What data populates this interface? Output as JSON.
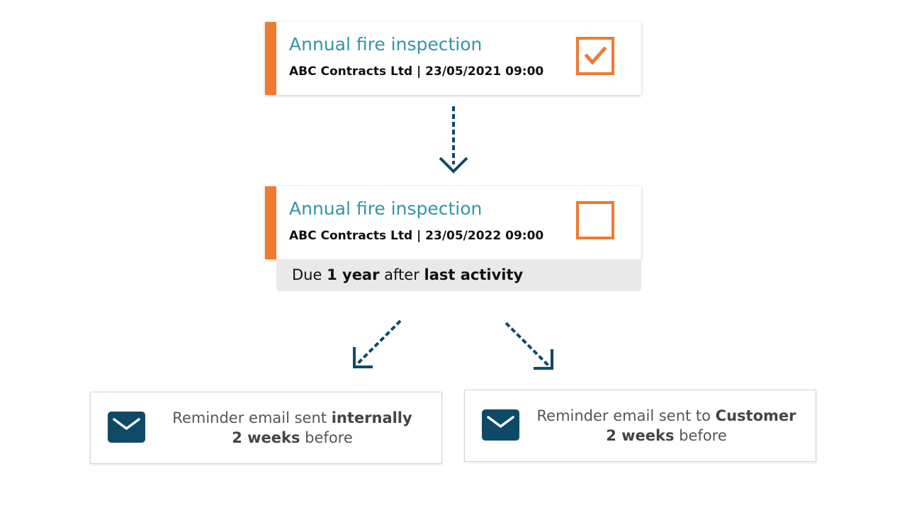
{
  "colors": {
    "accent": "#ee7b2f",
    "title": "#3494a6",
    "arrow": "#0e4a68",
    "due_bg": "#e9e9e9"
  },
  "task_completed": {
    "title": "Annual fire inspection",
    "meta": "ABC Contracts Ltd | 23/05/2021 09:00",
    "checkbox_icon": "checkbox-checked-icon"
  },
  "task_next": {
    "title": "Annual fire inspection",
    "meta": "ABC Contracts Ltd | 23/05/2022 09:00",
    "checkbox_icon": "checkbox-empty-icon"
  },
  "due_note": {
    "prefix": "Due ",
    "interval": "1 year",
    "middle": " after ",
    "basis": "last activity"
  },
  "reminder_internal": {
    "icon": "envelope-icon",
    "line1_prefix": "Reminder email sent ",
    "line1_bold": "internally",
    "line2_bold": "2 weeks",
    "line2_suffix": " before"
  },
  "reminder_customer": {
    "icon": "envelope-icon",
    "line1_prefix": "Reminder email sent to ",
    "line1_bold": "Customer",
    "line2_bold": "2 weeks",
    "line2_suffix": " before"
  }
}
